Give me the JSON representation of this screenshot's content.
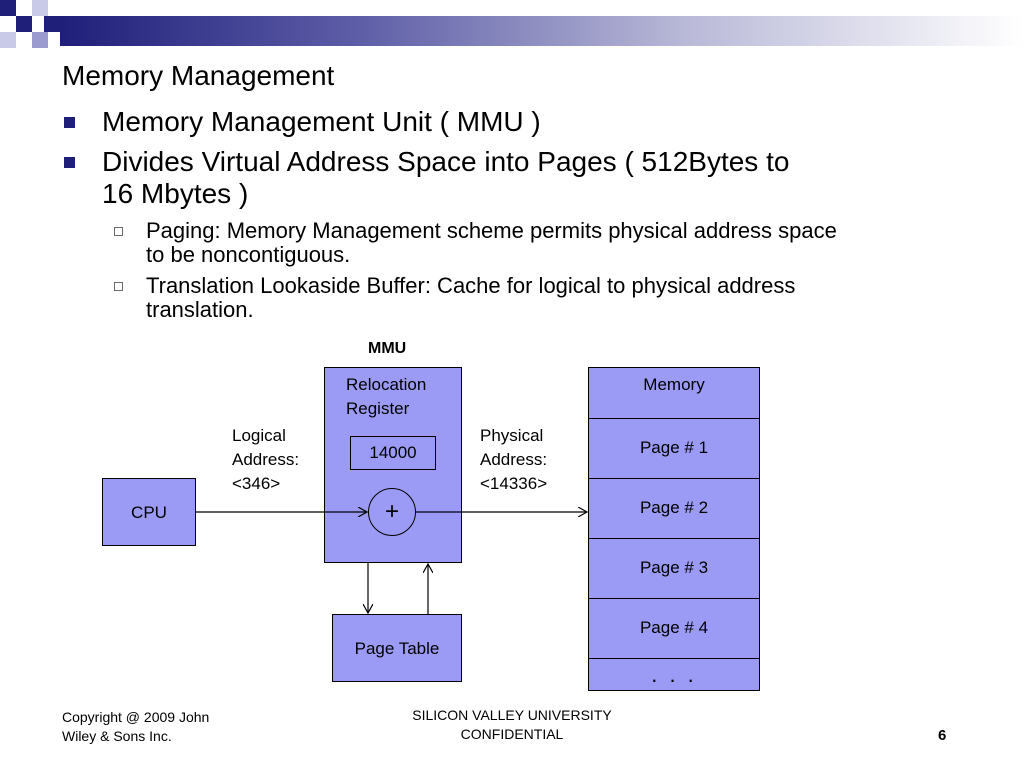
{
  "title": "Memory Management",
  "bullets": [
    {
      "text_line1": "Memory Management Unit ( MMU )"
    },
    {
      "text_line1": "Divides Virtual Address Space into Pages ( 512Bytes to",
      "text_line2": "16 Mbytes )"
    }
  ],
  "sub_bullets": [
    {
      "text_line1": "Paging: Memory Management scheme permits physical address space",
      "text_line2": "to be noncontiguous."
    },
    {
      "text_line1": "Translation Lookaside Buffer: Cache for logical to physical address",
      "text_line2": "translation."
    }
  ],
  "diagram": {
    "mmu_label": "MMU",
    "cpu_label": "CPU",
    "relocation_register_line1": "Relocation",
    "relocation_register_line2": "Register",
    "register_value": "14000",
    "adder_symbol": "+",
    "logical_address": [
      "Logical",
      "Address:",
      "<346>"
    ],
    "physical_address": [
      "Physical",
      "Address:",
      "<14336>"
    ],
    "page_table_label": "Page Table",
    "memory_header": "Memory",
    "memory_pages": [
      "Page # 1",
      "Page # 2",
      "Page # 3",
      "Page # 4"
    ],
    "memory_ellipsis": ". . .",
    "box_fill_color": "#9b9bf5"
  },
  "footer": {
    "copyright_line1": "Copyright @ 2009 John",
    "copyright_line2": "Wiley & Sons Inc.",
    "center_line1": "SILICON VALLEY UNIVERSITY",
    "center_line2": "CONFIDENTIAL",
    "page_number": "6"
  },
  "theme": {
    "accent": "#1f1f7a",
    "accent_light": "#9b9bf5"
  }
}
